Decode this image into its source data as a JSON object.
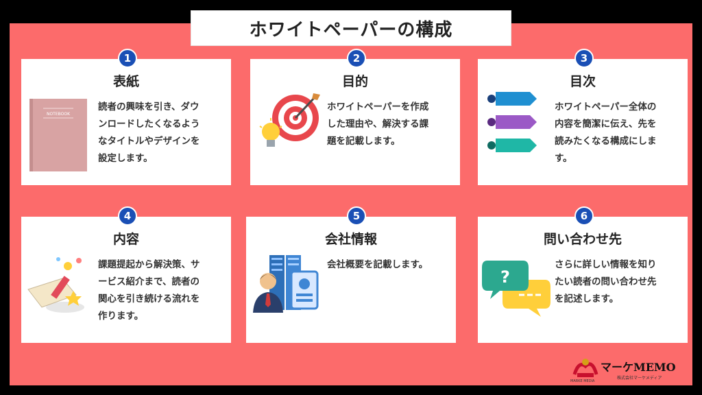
{
  "title": "ホワイトペーパーの構成",
  "cards": [
    {
      "number": "1",
      "title": "表紙",
      "lines": [
        "読者の興味を引き、ダウ",
        "ンロードしたくなるよう",
        "なタイトルやデザインを",
        "設定します。"
      ],
      "icon": "notebook-icon",
      "illus_text": [
        "NOTEBOOK"
      ]
    },
    {
      "number": "2",
      "title": "目的",
      "lines": [
        "ホワイトペーパーを作成",
        "した理由や、解決する課",
        "題を記載します。"
      ],
      "icon": "target-lightbulb-icon"
    },
    {
      "number": "3",
      "title": "目次",
      "lines": [
        "ホワイトペーパー全体の",
        "内容を簡潔に伝え、先を",
        "読みたくなる構成にしま",
        "す。"
      ],
      "icon": "arrow-list-icon"
    },
    {
      "number": "4",
      "title": "内容",
      "lines": [
        "課題提起から解決策、サ",
        "ービス紹介まで、読者の",
        "関心を引き続ける流れを",
        "作ります。"
      ],
      "icon": "content-idea-icon"
    },
    {
      "number": "5",
      "title": "会社情報",
      "lines": [
        "会社概要を記載します。"
      ],
      "icon": "company-profile-icon"
    },
    {
      "number": "6",
      "title": "問い合わせ先",
      "lines": [
        "さらに詳しい情報を知り",
        "たい読者の問い合わせ先",
        "を記述します。"
      ],
      "icon": "speech-bubbles-icon"
    }
  ],
  "logo": {
    "name": "マーケMEMO",
    "sub": "株式会社マーケメディア",
    "small": "MARKE MEDIA"
  },
  "colors": {
    "background": "#fc6b6b",
    "badge": "#1a4fb5",
    "arrow_blue": "#1f8fd1",
    "arrow_purple": "#9b59c6",
    "arrow_teal": "#1fb7a6"
  }
}
